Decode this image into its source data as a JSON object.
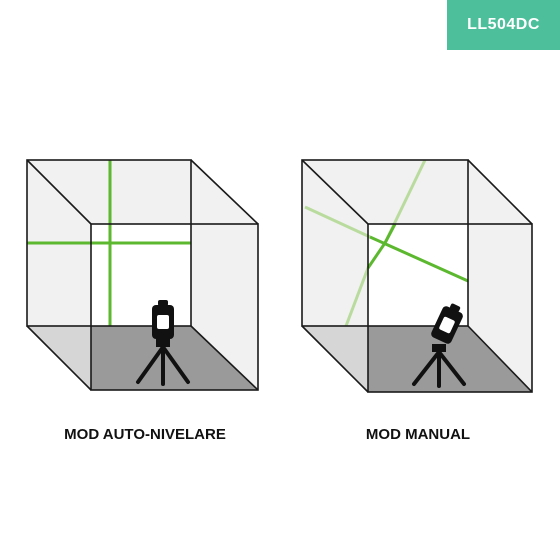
{
  "badge": {
    "label": "LL504DC",
    "color": "#4dbf9b"
  },
  "left_panel": {
    "caption": "MOD AUTO-NIVELARE",
    "device_icon": "cross-line-laser-level-on-tripod-icon"
  },
  "right_panel": {
    "caption": "MOD MANUAL",
    "device_icon": "tilted-laser-level-on-tripod-icon"
  },
  "colors": {
    "laser": "#5cb82e",
    "laser_faded": "#b9dc9e",
    "floor": "#9a9a9a",
    "wall": "#f1f1f1",
    "outline": "#1a1a1a"
  }
}
